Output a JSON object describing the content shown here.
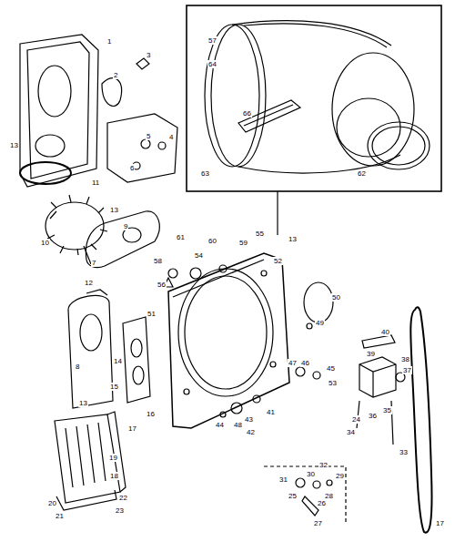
{
  "diagram": {
    "labels": [
      "1",
      "2",
      "3",
      "13",
      "5",
      "4",
      "6",
      "10",
      "13",
      "9",
      "7",
      "12",
      "14",
      "8",
      "51",
      "15",
      "13",
      "17",
      "19",
      "20",
      "21",
      "22",
      "23",
      "61",
      "60",
      "59",
      "58",
      "54",
      "55",
      "13",
      "56",
      "52",
      "50",
      "49",
      "47",
      "46",
      "45",
      "53",
      "48",
      "44",
      "43",
      "42",
      "41",
      "40",
      "39",
      "38",
      "37",
      "36",
      "35",
      "34",
      "33",
      "32",
      "31",
      "30",
      "29",
      "28",
      "27",
      "25",
      "17",
      "57",
      "64",
      "66",
      "63",
      "62",
      "11",
      "16",
      "18",
      "24",
      "26"
    ]
  }
}
